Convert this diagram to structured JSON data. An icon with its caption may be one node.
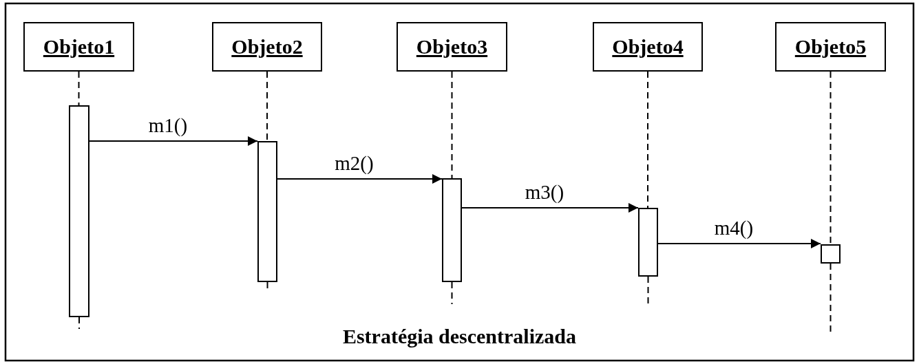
{
  "diagram": {
    "caption": "Estratégia descentralizada",
    "nodes": [
      {
        "text": [
          "Objeto1"
        ]
      },
      {
        "text": [
          "Objeto2"
        ]
      },
      {
        "text": [
          "Objeto3"
        ]
      },
      {
        "text": [
          "Objeto4"
        ]
      },
      {
        "text": [
          "Objeto5"
        ]
      },
      {
        "text": [],
        "shape": "bar"
      },
      {
        "text": [],
        "shape": "bar"
      },
      {
        "text": [],
        "shape": "bar"
      },
      {
        "text": [],
        "shape": "bar"
      },
      {
        "text": [],
        "shape": "bar"
      }
    ],
    "edges": [
      {
        "from": 0,
        "to": 5,
        "arrow": "none",
        "style": "dashed"
      },
      {
        "from": 1,
        "to": 6,
        "arrow": "none",
        "style": "dashed"
      },
      {
        "from": 2,
        "to": 7,
        "arrow": "none",
        "style": "dashed"
      },
      {
        "from": 3,
        "to": 8,
        "arrow": "none",
        "style": "dashed"
      },
      {
        "from": 4,
        "to": 9,
        "arrow": "none",
        "style": "dashed"
      },
      {
        "from": 5,
        "to": null,
        "arrow": "none",
        "style": "dashed"
      },
      {
        "from": 6,
        "to": null,
        "arrow": "none",
        "style": "dashed"
      },
      {
        "from": 7,
        "to": null,
        "arrow": "none",
        "style": "dashed"
      },
      {
        "from": 8,
        "to": null,
        "arrow": "none",
        "style": "dashed"
      },
      {
        "from": 9,
        "to": null,
        "arrow": "none",
        "style": "dashed"
      },
      {
        "from": 5,
        "to": 6,
        "arrow": "to",
        "label": "m1()"
      },
      {
        "from": 6,
        "to": 7,
        "arrow": "to",
        "label": "m2()"
      },
      {
        "from": 7,
        "to": 8,
        "arrow": "to",
        "label": "m3()"
      },
      {
        "from": 8,
        "to": 9,
        "arrow": "to",
        "label": "m4()"
      }
    ]
  }
}
